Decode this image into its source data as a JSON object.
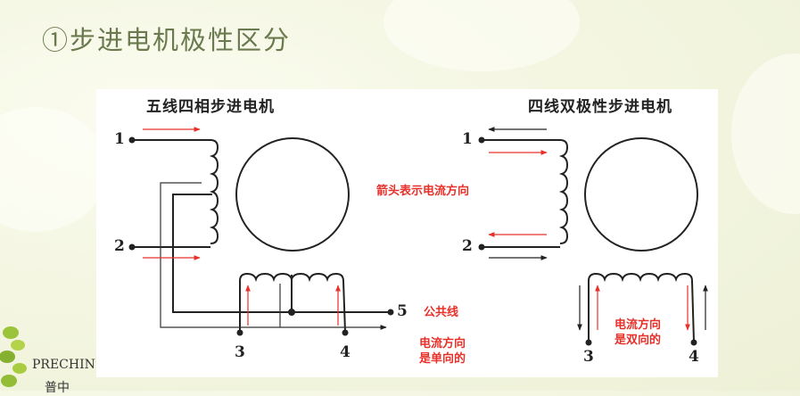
{
  "slide": {
    "title": "①步进电机极性区分",
    "footer_text": "PRECHIN",
    "footer_sub": "普中"
  },
  "colors": {
    "title_text": "#6a7a4e",
    "arrow_red": "#e8302a",
    "wire_black": "#222222",
    "background": "#f4f6e2"
  },
  "diagram_left": {
    "title": "五线四相步进电机",
    "pins": [
      "1",
      "2",
      "3",
      "4",
      "5"
    ],
    "common_wire_label": "公共线",
    "note": [
      "电流方向",
      "是单向的"
    ]
  },
  "diagram_right": {
    "title": "四线双极性步进电机",
    "pins": [
      "1",
      "2",
      "3",
      "4"
    ],
    "note": [
      "电流方向",
      "是双向的"
    ]
  },
  "legend": {
    "arrow_note": "箭头表示电流方向"
  }
}
